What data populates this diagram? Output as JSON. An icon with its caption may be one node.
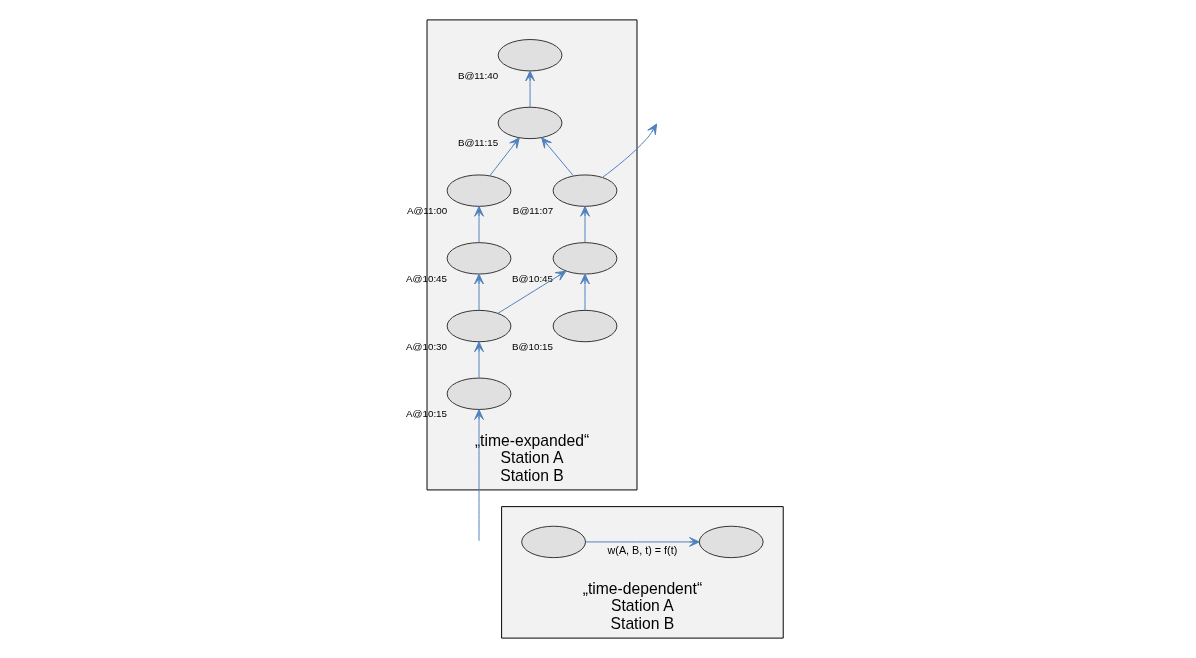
{
  "diagram": {
    "nodes": [
      {
        "text": [
          "„time-expanded“",
          "Station A",
          "Station B"
        ]
      },
      {
        "text": [],
        "shape": "ellipse",
        "beside": [
          "A@10:15"
        ],
        "in": 0
      },
      {
        "text": [],
        "shape": "ellipse",
        "beside": [
          "A@10:30"
        ],
        "in": 0
      },
      {
        "text": [],
        "shape": "ellipse",
        "beside": [
          "A@10:45"
        ],
        "in": 0
      },
      {
        "text": [],
        "shape": "ellipse",
        "beside": [
          "A@11:00"
        ],
        "in": 0
      },
      {
        "text": [],
        "shape": "ellipse",
        "beside": [
          "B@10:15"
        ],
        "in": 0
      },
      {
        "text": [],
        "shape": "ellipse",
        "beside": [
          "B@10:45"
        ],
        "in": 0
      },
      {
        "text": [],
        "shape": "ellipse",
        "beside": [
          "B@11:07"
        ],
        "in": 0
      },
      {
        "text": [],
        "shape": "ellipse",
        "beside": [
          "B@11:15"
        ],
        "in": 0
      },
      {
        "text": [],
        "shape": "ellipse",
        "beside": [
          "B@11:40"
        ],
        "in": 0
      },
      {
        "text": [
          "„time-dependent“",
          "Station A",
          "Station B"
        ]
      },
      {
        "text": [],
        "shape": "ellipse",
        "in": 10
      },
      {
        "text": [],
        "shape": "ellipse",
        "in": 10
      }
    ],
    "edges": [
      {
        "from": null,
        "to": 1,
        "arrow": "to"
      },
      {
        "from": 1,
        "to": 2,
        "arrow": "to"
      },
      {
        "from": 2,
        "to": 3,
        "arrow": "to"
      },
      {
        "from": 3,
        "to": 4,
        "arrow": "to"
      },
      {
        "from": 4,
        "to": 8,
        "arrow": "to"
      },
      {
        "from": 2,
        "to": 6,
        "arrow": "to"
      },
      {
        "from": 5,
        "to": 6,
        "arrow": "to"
      },
      {
        "from": 6,
        "to": 7,
        "arrow": "to"
      },
      {
        "from": 7,
        "to": 8,
        "arrow": "to"
      },
      {
        "from": 8,
        "to": 9,
        "arrow": "to"
      },
      {
        "from": 7,
        "to": null,
        "arrow": "to"
      },
      {
        "from": 11,
        "to": 12,
        "arrow": "to",
        "label": "w(A, B, t) = f(t)"
      }
    ]
  }
}
